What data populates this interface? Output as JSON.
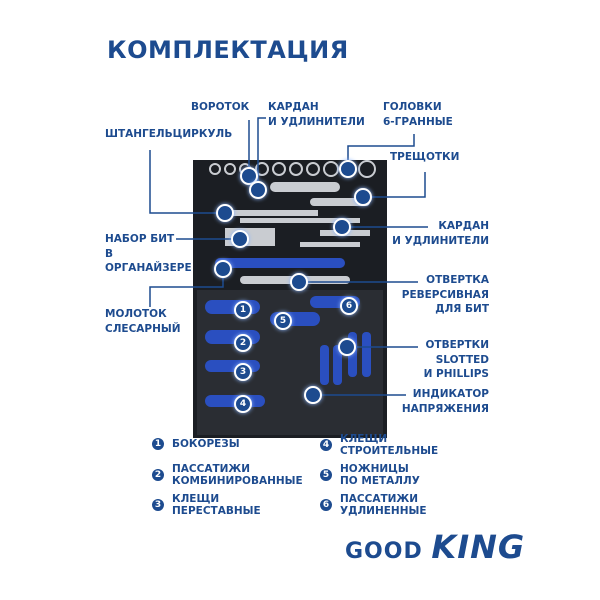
{
  "title": "КОМПЛЕКТАЦИЯ",
  "callouts": {
    "vorotok": [
      "ВОРОТОК"
    ],
    "kardan_top": [
      "КАРДАН",
      "И УДЛИНИТЕЛИ"
    ],
    "golovki": [
      "ГОЛОВКИ",
      "6-ГРАННЫЕ"
    ],
    "shtangel": [
      "ШТАНГЕЛЬЦИРКУЛЬ"
    ],
    "treshchotki": [
      "ТРЕЩОТКИ"
    ],
    "kardan_right": [
      "КАРДАН",
      "И УДЛИНИТЕЛИ"
    ],
    "nabor_bit": [
      "НАБОР БИТ",
      "В",
      "ОРГАНАЙЗЕРЕ"
    ],
    "otvertka_rev": [
      "ОТВЕРТКА",
      "РЕВЕРСИВНАЯ",
      "ДЛЯ БИТ"
    ],
    "molotok": [
      "МОЛОТОК",
      "СЛЕСАРНЫЙ"
    ],
    "otvertki": [
      "ОТВЕРТКИ",
      "SLOTTED",
      "И PHILLIPS"
    ],
    "indikator": [
      "ИНДИКАТОР",
      "НАПРЯЖЕНИЯ"
    ]
  },
  "numbered_markers": [
    "1",
    "2",
    "3",
    "4",
    "5",
    "6"
  ],
  "legend": [
    {
      "num": "1",
      "lines": [
        "БОКОРЕЗЫ"
      ]
    },
    {
      "num": "2",
      "lines": [
        "ПАССАТИЖИ",
        "КОМБИНИРОВАННЫЕ"
      ]
    },
    {
      "num": "3",
      "lines": [
        "КЛЕЩИ",
        "ПЕРЕСТАВНЫЕ"
      ]
    },
    {
      "num": "4",
      "lines": [
        "КЛЕЩИ",
        "СТРОИТЕЛЬНЫЕ"
      ]
    },
    {
      "num": "5",
      "lines": [
        "НОЖНИЦЫ",
        "ПО МЕТАЛЛУ"
      ]
    },
    {
      "num": "6",
      "lines": [
        "ПАССАТИЖИ",
        "УДЛИНЕННЫЕ"
      ]
    }
  ],
  "logo": {
    "part1": "GOOD",
    "part2": "KING"
  },
  "colors": {
    "brand_blue": "#1d4b8f",
    "tray": "#1b1e23",
    "tool_blue": "#2a4fc0"
  }
}
